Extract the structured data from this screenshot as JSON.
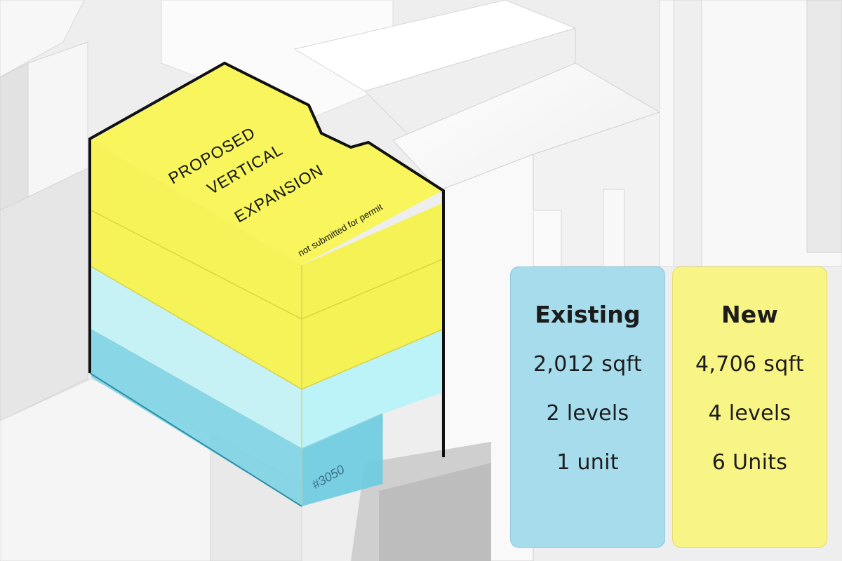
{
  "building": {
    "label_lines": [
      "PROPOSED",
      "VERTICAL",
      "EXPANSION"
    ],
    "note": "not submitted for permit",
    "address_tag": "#3050",
    "colors": {
      "expansion": "#f7f55a",
      "existing": "#b9f2f7",
      "existing_dark": "#5fc6dc",
      "outline": "#111111"
    }
  },
  "comparison": {
    "existing": {
      "title": "Existing",
      "area": "2,012 sqft",
      "levels": "2 levels",
      "units": "1 unit",
      "color": "#a6dcec"
    },
    "new": {
      "title": "New",
      "area": "4,706 sqft",
      "levels": "4 levels",
      "units": "6 Units",
      "color": "#f8f486"
    }
  }
}
